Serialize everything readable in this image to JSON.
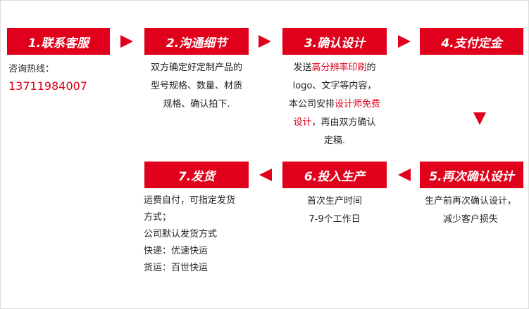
{
  "colors": {
    "accent": "#e0001b",
    "text": "#222222",
    "border": "#dcdcdc"
  },
  "icons": {
    "arrow_right": "arrow-right-icon",
    "arrow_down": "arrow-down-icon",
    "arrow_left": "arrow-left-icon"
  },
  "steps": [
    {
      "title": "1.联系客服",
      "lines": [
        {
          "label": "咨询热线："
        },
        {
          "phone": "13711984007"
        }
      ]
    },
    {
      "title": "2.沟通细节",
      "lines": [
        {
          "text": "双方确定好定制产品的"
        },
        {
          "text": "型号规格、数量、材质"
        },
        {
          "text": "规格、确认拍下."
        }
      ]
    },
    {
      "title": "3.确认设计",
      "lines": [
        {
          "parts": [
            "发送",
            "高分辨率印刷",
            "的"
          ]
        },
        {
          "text": "logo、文字等内容，"
        },
        {
          "parts": [
            "本公司安排",
            "设计师免费"
          ]
        },
        {
          "parts": [
            "设计",
            "，再由双方确认"
          ]
        },
        {
          "text": "定稿."
        }
      ]
    },
    {
      "title": "4.支付定金"
    },
    {
      "title": "5.再次确认设计",
      "lines": [
        {
          "text": "生产前再次确认设计，"
        },
        {
          "text": "减少客户损失"
        }
      ]
    },
    {
      "title": "6.投入生产",
      "lines": [
        {
          "text": "首次生产时间"
        },
        {
          "text": "7-9个工作日"
        }
      ]
    },
    {
      "title": "7.发货",
      "lines": [
        {
          "text": "运费自付，可指定发货"
        },
        {
          "text": "方式；"
        },
        {
          "text": "公司默认发货方式"
        },
        {
          "text": "快递：优速快运"
        },
        {
          "text": "货运：百世快运"
        }
      ]
    }
  ]
}
